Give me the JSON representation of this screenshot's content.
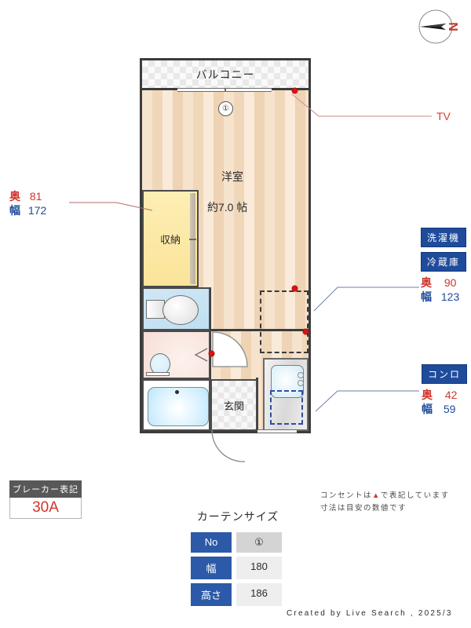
{
  "compass": {
    "label": "N",
    "name": "compass-rose"
  },
  "plan": {
    "balcony_label": "バルコニー",
    "main_room_name": "洋室",
    "main_room_size": "約7.0 帖",
    "closet_label": "収納",
    "entrance_label": "玄関",
    "window_marker": "①"
  },
  "callouts": {
    "tv": {
      "label": "TV",
      "color": "#e03a2f"
    },
    "closet_dim": {
      "depth_key": "奥",
      "depth_value": "81",
      "width_key": "幅",
      "width_value": "172"
    },
    "appliance": {
      "badge_washer": "洗濯機",
      "badge_fridge": "冷蔵庫",
      "depth_key": "奥",
      "depth_value": "90",
      "width_key": "幅",
      "width_value": "123"
    },
    "stove": {
      "badge": "コンロ",
      "depth_key": "奥",
      "depth_value": "42",
      "width_key": "幅",
      "width_value": "59"
    }
  },
  "breaker": {
    "title": "ブレーカー表記",
    "value": "30A"
  },
  "curtain": {
    "title": "カーテンサイズ",
    "rows": [
      {
        "key": "No",
        "value": "①"
      },
      {
        "key": "幅",
        "value": "180"
      },
      {
        "key": "高さ",
        "value": "186"
      }
    ]
  },
  "notes": {
    "line1_before": "コンセントは",
    "line1_symbol": "▲",
    "line1_after": "で表記しています",
    "line2": "寸法は目安の数値です"
  },
  "footer": {
    "credit": "Created by Live Search , 2025/3"
  },
  "colors": {
    "wall": "#3c3c3c",
    "floor": "#f3dec3",
    "closet": "#fbe49a",
    "toilet": "#c6e2f2",
    "washroom": "#f6ddd6",
    "accent_blue": "#1f4b9b",
    "accent_red": "#d0342c"
  }
}
